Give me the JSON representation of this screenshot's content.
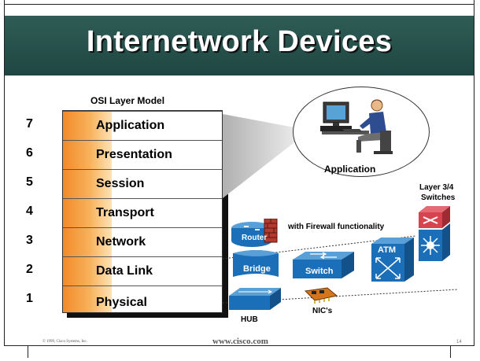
{
  "slide": {
    "title": "Internetwork Devices",
    "osi_caption": "OSI Layer Model",
    "app_caption": "Application",
    "footer_copyright": "© 1999, Cisco Systems, Inc.",
    "footer_url": "www.cisco.com",
    "page_number": "14"
  },
  "layers": [
    {
      "num": "7",
      "name": "Application"
    },
    {
      "num": "6",
      "name": "Presentation"
    },
    {
      "num": "5",
      "name": "Session"
    },
    {
      "num": "4",
      "name": "Transport"
    },
    {
      "num": "3",
      "name": "Network"
    },
    {
      "num": "2",
      "name": "Data Link"
    },
    {
      "num": "1",
      "name": "Physical"
    }
  ],
  "devices": {
    "router_label": "Router",
    "firewall_label": "with Firewall functionality",
    "l34_line1": "Layer 3/4",
    "l34_line2": "Switches",
    "bridge_label": "Bridge",
    "switch_label": "Switch",
    "atm_label": "ATM",
    "hub_label": "HUB",
    "nic_label": "NIC's"
  },
  "colors": {
    "title_band": "#2f5c56",
    "osi_orange": "#f28a2a",
    "device_blue": "#1a6fb8",
    "l34_red": "#d9434f",
    "nic_orange": "#d4741c"
  }
}
